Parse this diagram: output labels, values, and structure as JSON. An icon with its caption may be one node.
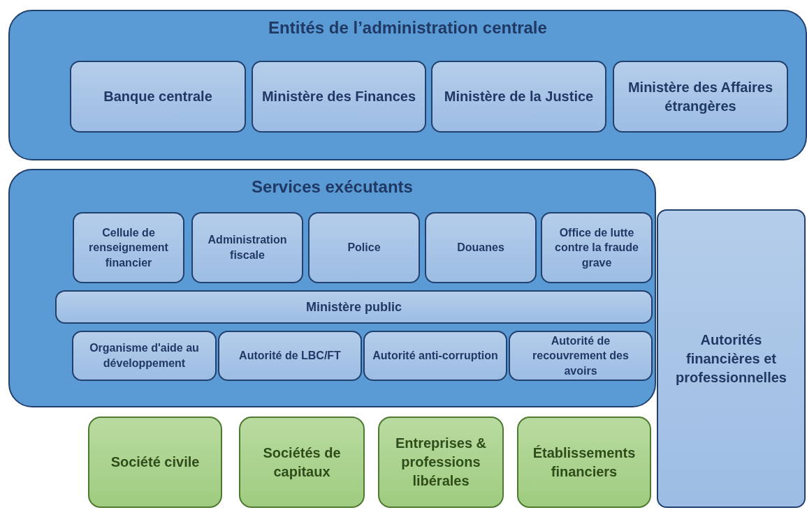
{
  "diagram": {
    "nodes": [
      {
        "text": [
          "Entités de l’administration centrale"
        ]
      },
      {
        "text": [
          "Banque centrale"
        ],
        "in": 0
      },
      {
        "text": [
          "Ministère des Finances"
        ],
        "in": 0
      },
      {
        "text": [
          "Ministère de la Justice"
        ],
        "in": 0
      },
      {
        "text": [
          "Ministère des Affaires étrangères"
        ],
        "in": 0
      },
      {
        "text": [
          "Services exécutants"
        ]
      },
      {
        "text": [
          "Cellule de renseignement financier"
        ],
        "in": 5
      },
      {
        "text": [
          "Administration fiscale"
        ],
        "in": 5
      },
      {
        "text": [
          "Police"
        ],
        "in": 5
      },
      {
        "text": [
          "Douanes"
        ],
        "in": 5
      },
      {
        "text": [
          "Office de lutte contre la fraude grave"
        ],
        "in": 5
      },
      {
        "text": [
          "Ministère public"
        ],
        "in": 5
      },
      {
        "text": [
          "Organisme d'aide au développement"
        ],
        "in": 5
      },
      {
        "text": [
          "Autorité de LBC/FT"
        ],
        "in": 5
      },
      {
        "text": [
          "Autorité anti-corruption"
        ],
        "in": 5
      },
      {
        "text": [
          "Autorité de recouvrement des avoirs"
        ],
        "in": 5
      },
      {
        "text": [
          "Autorités financières et professionnelles"
        ]
      },
      {
        "text": [
          "Société civile"
        ]
      },
      {
        "text": [
          "Sociétés de capitaux"
        ]
      },
      {
        "text": [
          "Entreprises & professions libérales"
        ]
      },
      {
        "text": [
          "Établissements financiers"
        ]
      }
    ]
  }
}
